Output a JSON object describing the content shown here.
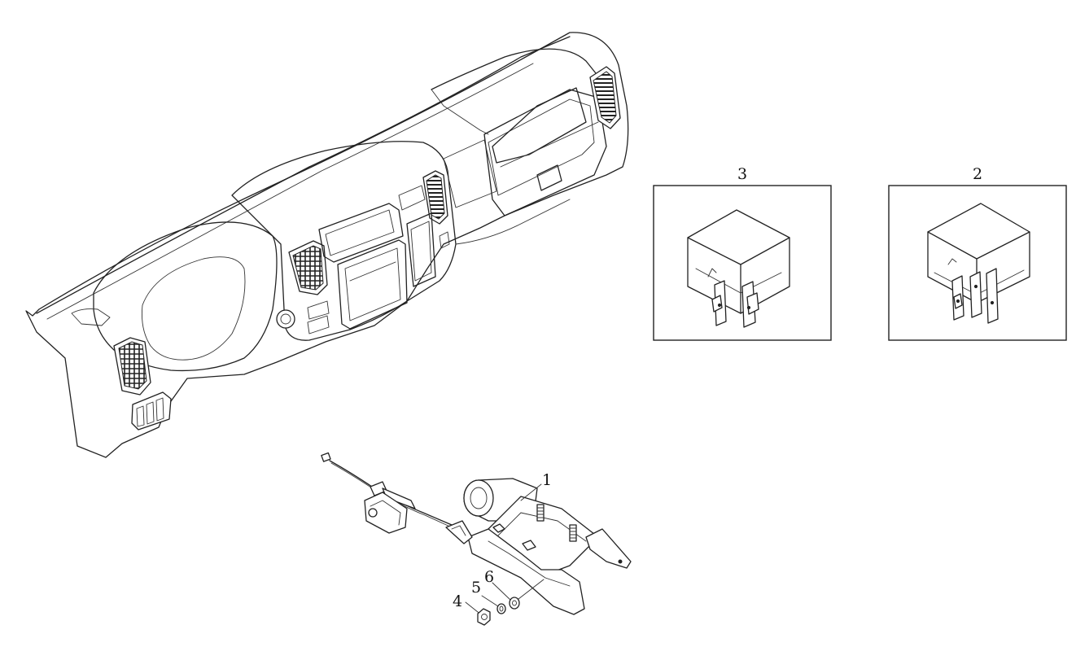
{
  "callouts": {
    "part_1": "1",
    "part_2": "2",
    "part_3": "3",
    "part_4": "4",
    "part_5": "5",
    "part_6": "6"
  },
  "colors": {
    "line": "#222222",
    "background": "#ffffff"
  }
}
